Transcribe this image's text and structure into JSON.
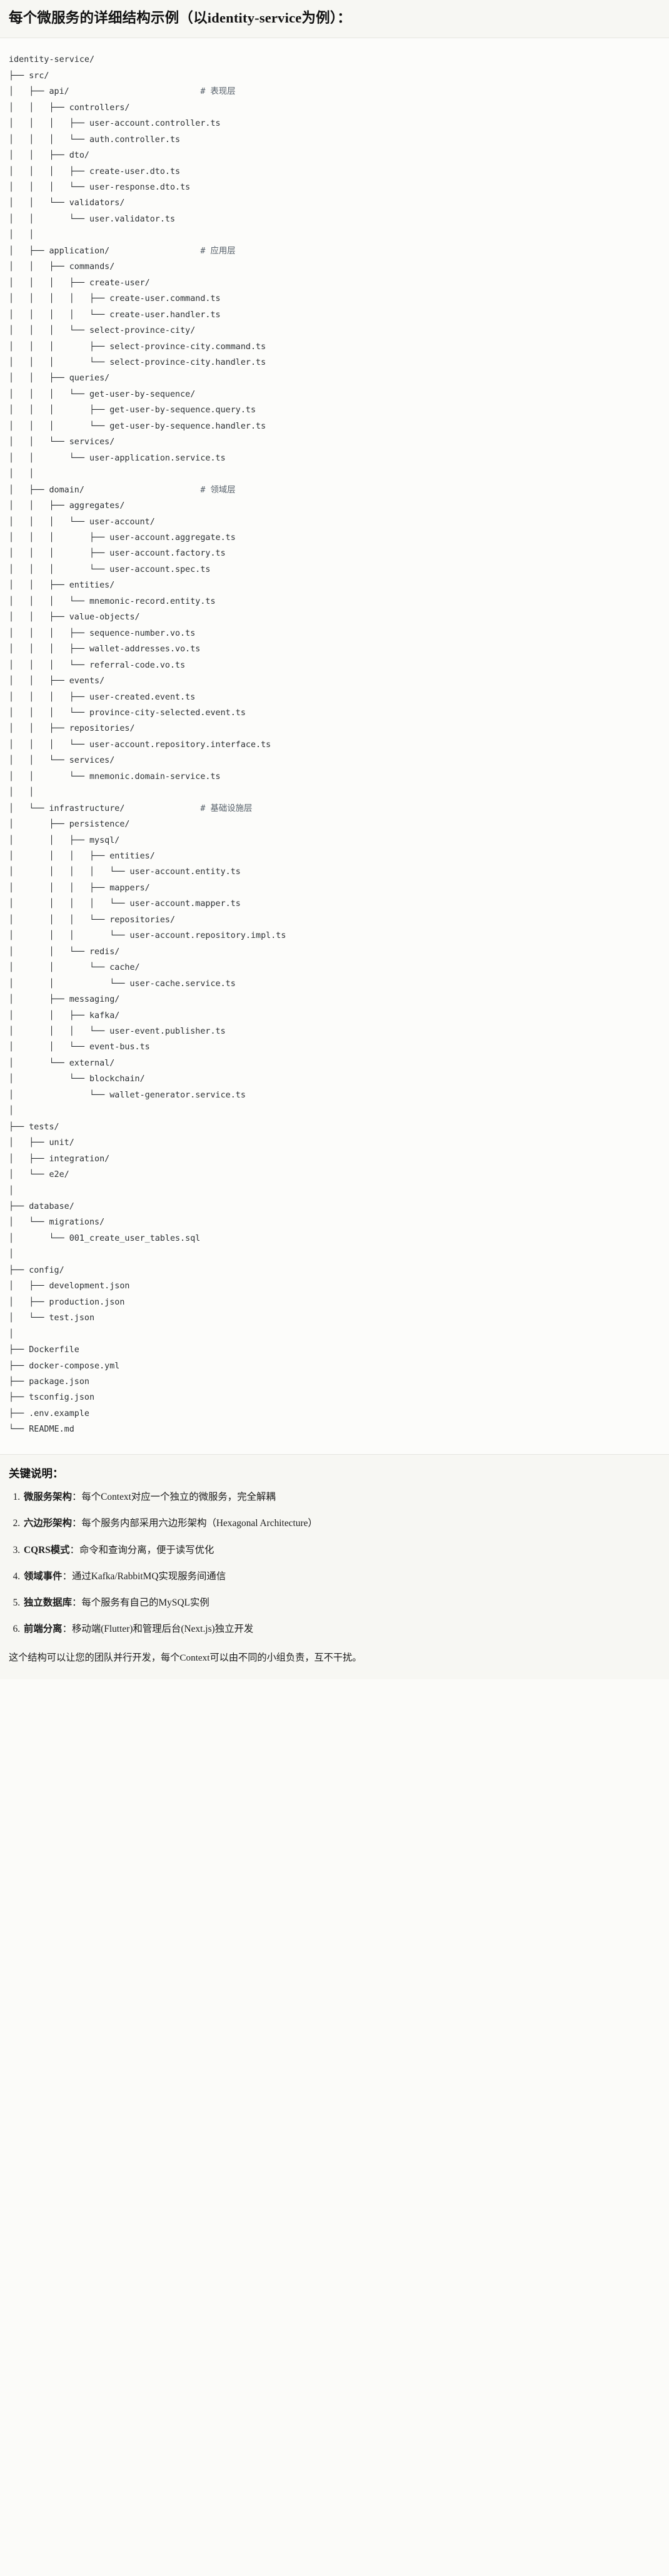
{
  "heading": {
    "title": "每个微服务的详细结构示例（以identity-service为例）："
  },
  "tree": {
    "root": "identity-service/",
    "text": "identity-service/\n├── src/\n│   ├── api/                          # 表现层\n│   │   ├── controllers/\n│   │   │   ├── user-account.controller.ts\n│   │   │   └── auth.controller.ts\n│   │   ├── dto/\n│   │   │   ├── create-user.dto.ts\n│   │   │   └── user-response.dto.ts\n│   │   └── validators/\n│   │       └── user.validator.ts\n│   │\n│   ├── application/                  # 应用层\n│   │   ├── commands/\n│   │   │   ├── create-user/\n│   │   │   │   ├── create-user.command.ts\n│   │   │   │   └── create-user.handler.ts\n│   │   │   └── select-province-city/\n│   │   │       ├── select-province-city.command.ts\n│   │   │       └── select-province-city.handler.ts\n│   │   ├── queries/\n│   │   │   └── get-user-by-sequence/\n│   │   │       ├── get-user-by-sequence.query.ts\n│   │   │       └── get-user-by-sequence.handler.ts\n│   │   └── services/\n│   │       └── user-application.service.ts\n│   │\n│   ├── domain/                       # 领域层\n│   │   ├── aggregates/\n│   │   │   └── user-account/\n│   │   │       ├── user-account.aggregate.ts\n│   │   │       ├── user-account.factory.ts\n│   │   │       └── user-account.spec.ts\n│   │   ├── entities/\n│   │   │   └── mnemonic-record.entity.ts\n│   │   ├── value-objects/\n│   │   │   ├── sequence-number.vo.ts\n│   │   │   ├── wallet-addresses.vo.ts\n│   │   │   └── referral-code.vo.ts\n│   │   ├── events/\n│   │   │   ├── user-created.event.ts\n│   │   │   └── province-city-selected.event.ts\n│   │   ├── repositories/\n│   │   │   └── user-account.repository.interface.ts\n│   │   └── services/\n│   │       └── mnemonic.domain-service.ts\n│   │\n│   └── infrastructure/               # 基础设施层\n│       ├── persistence/\n│       │   ├── mysql/\n│       │   │   ├── entities/\n│       │   │   │   └── user-account.entity.ts\n│       │   │   ├── mappers/\n│       │   │   │   └── user-account.mapper.ts\n│       │   │   └── repositories/\n│       │   │       └── user-account.repository.impl.ts\n│       │   └── redis/\n│       │       └── cache/\n│       │           └── user-cache.service.ts\n│       ├── messaging/\n│       │   ├── kafka/\n│       │   │   └── user-event.publisher.ts\n│       │   └── event-bus.ts\n│       └── external/\n│           └── blockchain/\n│               └── wallet-generator.service.ts\n│\n├── tests/\n│   ├── unit/\n│   ├── integration/\n│   └── e2e/\n│\n├── database/\n│   └── migrations/\n│       └── 001_create_user_tables.sql\n│\n├── config/\n│   ├── development.json\n│   ├── production.json\n│   └── test.json\n│\n├── Dockerfile\n├── docker-compose.yml\n├── package.json\n├── tsconfig.json\n├── .env.example\n└── README.md",
    "comments": [
      "# 表现层",
      "# 应用层",
      "# 领域层",
      "# 基础设施层"
    ]
  },
  "notes": {
    "title": "关键说明：",
    "items": [
      {
        "term": "微服务架构",
        "sep": "：",
        "desc": "每个Context对应一个独立的微服务，完全解耦"
      },
      {
        "term": "六边形架构",
        "sep": "：",
        "desc": "每个服务内部采用六边形架构（Hexagonal Architecture）"
      },
      {
        "term": "CQRS模式",
        "sep": "：",
        "desc": "命令和查询分离，便于读写优化"
      },
      {
        "term": "领域事件",
        "sep": "：",
        "desc": "通过Kafka/RabbitMQ实现服务间通信"
      },
      {
        "term": "独立数据库",
        "sep": "：",
        "desc": "每个服务有自己的MySQL实例"
      },
      {
        "term": "前端分离",
        "sep": "：",
        "desc": "移动端(Flutter)和管理后台(Next.js)独立开发"
      }
    ],
    "footer": "这个结构可以让您的团队并行开发，每个Context可以由不同的小组负责，互不干扰。"
  }
}
